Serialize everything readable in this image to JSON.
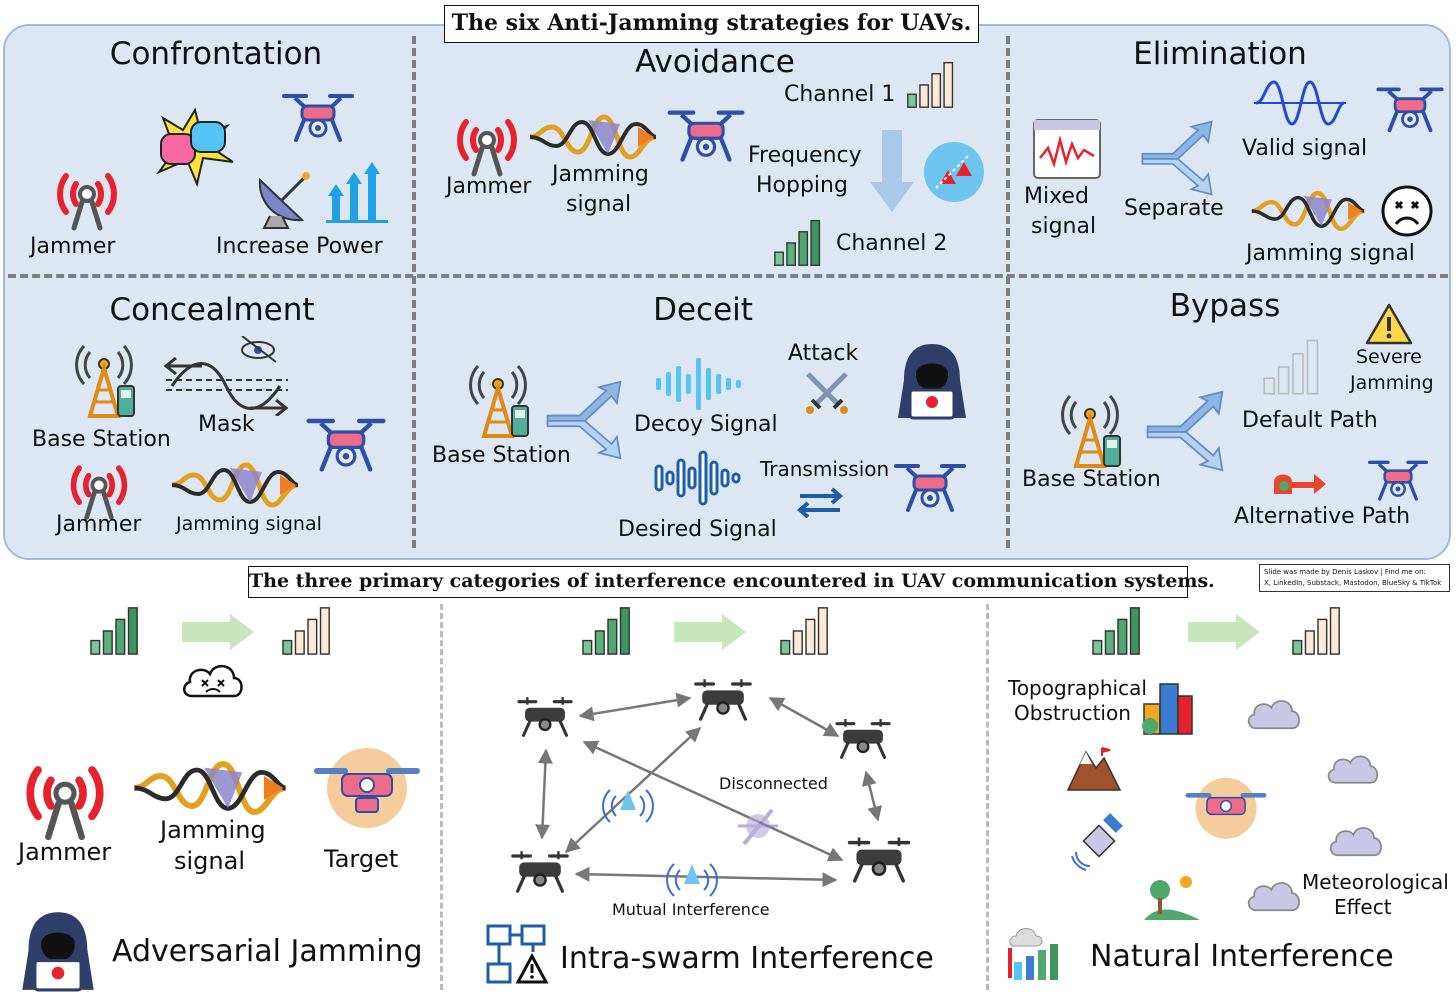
{
  "top_title": "The six Anti-Jamming strategies for UAVs.",
  "bottom_title": "The three primary categories of interference encountered in UAV communication systems.",
  "credit": {
    "line1": "Slide was made by Denis Laskov | Find me on:",
    "line2": "X, LinkedIn, Substack, Mastodon, BlueSky & TikTok"
  },
  "strategies": {
    "confrontation": {
      "title": "Confrontation",
      "jammer": "Jammer",
      "increase_power": "Increase Power"
    },
    "avoidance": {
      "title": "Avoidance",
      "channel1": "Channel 1",
      "channel2": "Channel 2",
      "jammer": "Jammer",
      "jamming_signal_1": "Jamming",
      "jamming_signal_2": "signal",
      "freq_hop_1": "Frequency",
      "freq_hop_2": "Hopping"
    },
    "elimination": {
      "title": "Elimination",
      "mixed_1": "Mixed",
      "mixed_2": "signal",
      "separate": "Separate",
      "valid_signal": "Valid signal",
      "jamming_signal": "Jamming signal"
    },
    "concealment": {
      "title": "Concealment",
      "base_station": "Base Station",
      "mask": "Mask",
      "jammer": "Jammer",
      "jamming_signal": "Jamming signal"
    },
    "deceit": {
      "title": "Deceit",
      "base_station": "Base Station",
      "decoy_signal": "Decoy Signal",
      "attack": "Attack",
      "transmission": "Transmission",
      "desired_signal": "Desired Signal"
    },
    "bypass": {
      "title": "Bypass",
      "severe_1": "Severe",
      "severe_2": "Jamming",
      "default_path": "Default Path",
      "base_station": "Base Station",
      "alternative_path": "Alternative Path"
    }
  },
  "categories": {
    "adversarial": {
      "label": "Adversarial Jamming",
      "jammer": "Jammer",
      "jamming_1": "Jamming",
      "jamming_2": "signal",
      "target": "Target"
    },
    "intra_swarm": {
      "label": "Intra-swarm Interference",
      "disconnected": "Disconnected",
      "mutual": "Mutual Interference"
    },
    "natural": {
      "label": "Natural Interference",
      "topo_1": "Topographical",
      "topo_2": "Obstruction",
      "meteo_1": "Meteorological",
      "meteo_2": "Effect"
    }
  },
  "colors": {
    "panel_bg": "#dce7f3",
    "panel_border": "#9fbcd8",
    "jammer_red": "#e8222d",
    "drone_blue": "#2e4fa8",
    "arrow_blue": "#8fb6e2",
    "arrow_green": "#c8e6bd",
    "signal_green": "#4fa86d"
  }
}
